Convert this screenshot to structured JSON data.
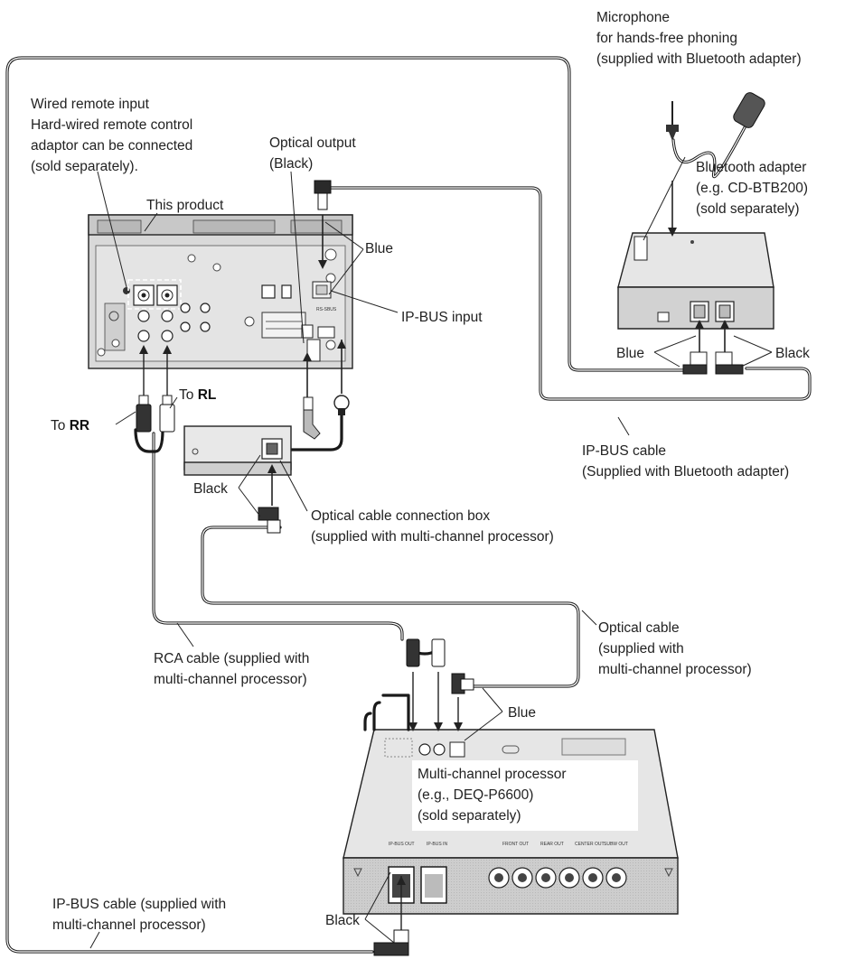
{
  "labels": {
    "microphone": [
      "Microphone",
      "for hands-free phoning",
      "(supplied with Bluetooth adapter)"
    ],
    "wired_remote": [
      "Wired remote input",
      "Hard-wired remote control",
      "adaptor can be connected",
      "(sold separately)."
    ],
    "optical_output": [
      "Optical output",
      "(Black)"
    ],
    "this_product": "This product",
    "blue_top": "Blue",
    "ip_bus_input": "IP-BUS input",
    "bluetooth_adapter": [
      "Bluetooth adapter",
      "(e.g. CD-BTB200)",
      "(sold separately)"
    ],
    "blue_bt": "Blue",
    "black_bt": "Black",
    "to_rl_prefix": "To ",
    "to_rl_bold": "RL",
    "to_rr_prefix": "To ",
    "to_rr_bold": "RR",
    "ip_bus_cable_bt": [
      "IP-BUS cable",
      "(Supplied with Bluetooth adapter)"
    ],
    "black_box": "Black",
    "optical_box": [
      "Optical cable connection box",
      "(supplied with multi-channel processor)"
    ],
    "optical_cable": [
      "Optical cable",
      "(supplied with",
      "multi-channel processor)"
    ],
    "rca_cable": [
      "RCA cable (supplied with",
      "multi-channel processor)"
    ],
    "blue_proc": "Blue",
    "processor": [
      "Multi-channel processor",
      "(e.g., DEQ-P6600)",
      "(sold separately)"
    ],
    "ip_bus_cable_proc": [
      "IP-BUS cable (supplied with",
      "multi-channel processor)"
    ],
    "black_proc": "Black"
  },
  "device_text": {
    "head_unit_port": "RS-SBUS",
    "proc_port_1": "IP-BUS OUT",
    "proc_port_2": "IP-BUS IN",
    "proc_port_3": "FRONT OUT",
    "proc_port_4": "REAR OUT",
    "proc_port_5": "CENTER OUT",
    "proc_port_6": "SUBW OUT"
  },
  "colors": {
    "line": "#1a1a1a",
    "device_top": "#e6e6e6",
    "device_front": "#cfcfcf",
    "device_dark": "#9a9a9a",
    "label_box": "#ffffff"
  }
}
